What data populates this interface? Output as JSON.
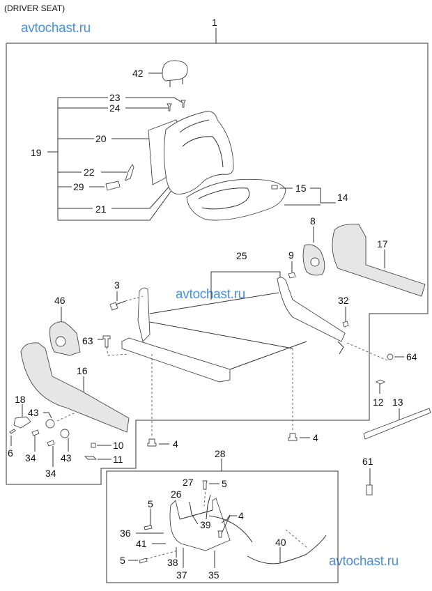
{
  "title": "(DRIVER SEAT)",
  "watermarks": [
    "avtochast.ru",
    "avtochast.ru",
    "avtochast.ru"
  ],
  "parts": {
    "p1": "1",
    "p3": "3",
    "p4a": "4",
    "p4b": "4",
    "p4c": "4",
    "p5a": "5",
    "p5b": "5",
    "p5c": "5",
    "p6": "6",
    "p8": "8",
    "p9": "9",
    "p10": "10",
    "p11": "11",
    "p12": "12",
    "p13": "13",
    "p14": "14",
    "p15": "15",
    "p16": "16",
    "p17": "17",
    "p18": "18",
    "p19": "19",
    "p20": "20",
    "p21": "21",
    "p22": "22",
    "p23": "23",
    "p24": "24",
    "p25": "25",
    "p26": "26",
    "p27": "27",
    "p28": "28",
    "p29": "29",
    "p32": "32",
    "p34a": "34",
    "p34b": "34",
    "p35": "35",
    "p36": "36",
    "p37": "37",
    "p38": "38",
    "p39": "39",
    "p40": "40",
    "p41": "41",
    "p42": "42",
    "p43a": "43",
    "p43b": "43",
    "p46": "46",
    "p61": "61",
    "p63": "63",
    "p64": "64"
  }
}
